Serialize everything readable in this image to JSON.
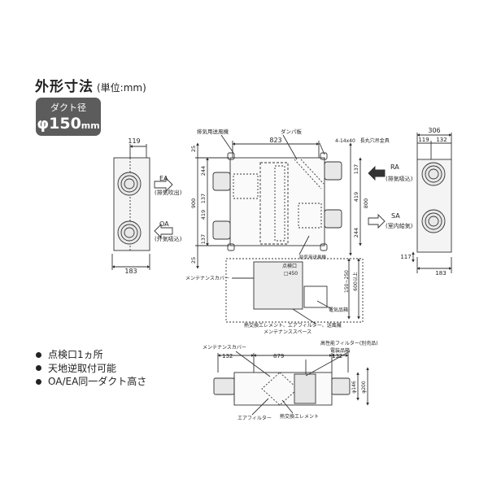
{
  "title": "外形寸法",
  "unit": "(単位:mm)",
  "badge": {
    "label": "ダクト径",
    "value": "φ150",
    "value_unit": "mm"
  },
  "features": [
    "点検口1ヵ所",
    "天地逆取付可能",
    "OA/EA同一ダクト高さ"
  ],
  "left_view": {
    "dims": [
      "119",
      "183"
    ],
    "ports": [
      "EA",
      "(排気吹出)",
      "OA",
      "(外気吸込)"
    ]
  },
  "right_view": {
    "dims": [
      "306",
      "119",
      "132",
      "117",
      "183"
    ],
    "ports": [
      "RA",
      "(排気吸込)",
      "SA",
      "(室内給気)"
    ]
  },
  "top_view": {
    "labels": [
      "排気用送風機",
      "ダンパ板",
      "4-14x40　長丸穴吊金具",
      "給気用送風機",
      "点検口",
      "□450",
      "メンテナンスカバー",
      "電気品箱",
      "熱交換エレメント、エアフィルター、送風機",
      "メンテナンススペース"
    ],
    "dims": [
      "823",
      "25",
      "244",
      "137",
      "419",
      "900",
      "137",
      "25",
      "137",
      "419",
      "244",
      "800",
      "150~250",
      "600以上"
    ]
  },
  "side_view": {
    "labels": [
      "メンテナンスカバー",
      "高性能フィルター(別売品)",
      "電装品箱",
      "エアフィルター",
      "熱交換エレメント"
    ],
    "dims": [
      "132",
      "879",
      "132",
      "φ146",
      "φ200"
    ]
  }
}
